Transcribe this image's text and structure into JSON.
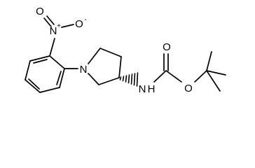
{
  "molecule": {
    "atoms": {
      "nitro_n": "N",
      "nitro_n_charge": "+",
      "nitro_o_top": "O",
      "nitro_o_side": "O",
      "nitro_o_charge": "-",
      "ring_n": "N",
      "amide_n": "N",
      "amide_h": "H",
      "carbonyl_o": "O",
      "ester_o": "O"
    }
  }
}
